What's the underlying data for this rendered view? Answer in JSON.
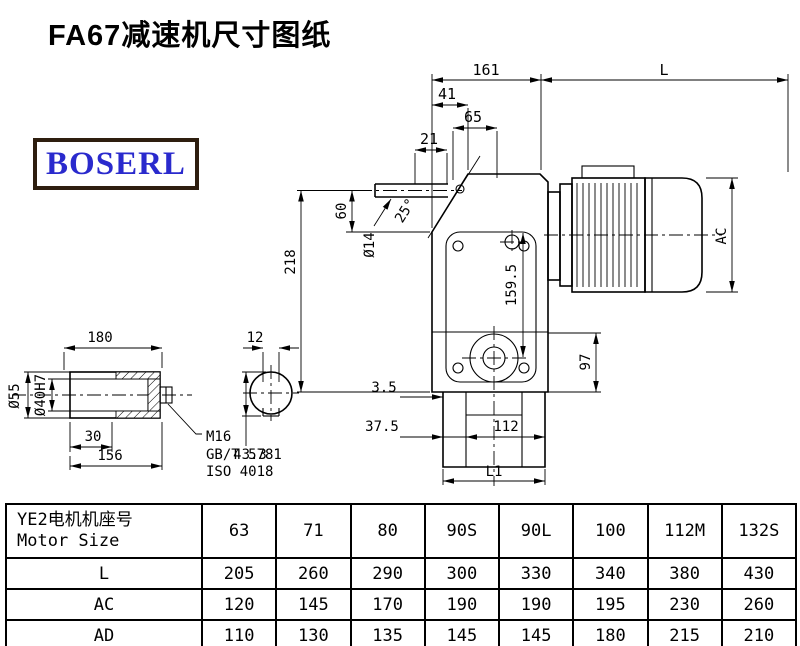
{
  "page": {
    "title": "FA67减速机尺寸图纸",
    "logo_text": "BOSERL"
  },
  "dims": {
    "d161": "161",
    "dL": "L",
    "d41": "41",
    "d65": "65",
    "d21": "21",
    "d60": "60",
    "dia14": "Ø14",
    "d218": "218",
    "a25": "25°",
    "d159_5": "159.5",
    "dAC": "AC",
    "d97": "97",
    "d3_5": "3.5",
    "d37_5": "37.5",
    "d112": "112",
    "dL1": "L1",
    "d180": "180",
    "d12": "12",
    "dia55": "Ø55",
    "dia40": "Ø40H7",
    "d30": "30",
    "d156": "156",
    "d43_3": "43.3",
    "m16": "M16",
    "gb": "GB/T 5781",
    "iso": "ISO 4018"
  },
  "table": {
    "header": {
      "line1": "YE2电机机座号",
      "line2": "Motor Size"
    },
    "columns": [
      "63",
      "71",
      "80",
      "90S",
      "90L",
      "100",
      "112M",
      "132S"
    ],
    "rows": [
      {
        "label": "L",
        "values": [
          "205",
          "260",
          "290",
          "300",
          "330",
          "340",
          "380",
          "430"
        ]
      },
      {
        "label": "AC",
        "values": [
          "120",
          "145",
          "170",
          "190",
          "190",
          "195",
          "230",
          "260"
        ]
      },
      {
        "label": "AD",
        "values": [
          "110",
          "130",
          "135",
          "145",
          "145",
          "180",
          "215",
          "210"
        ]
      }
    ]
  }
}
